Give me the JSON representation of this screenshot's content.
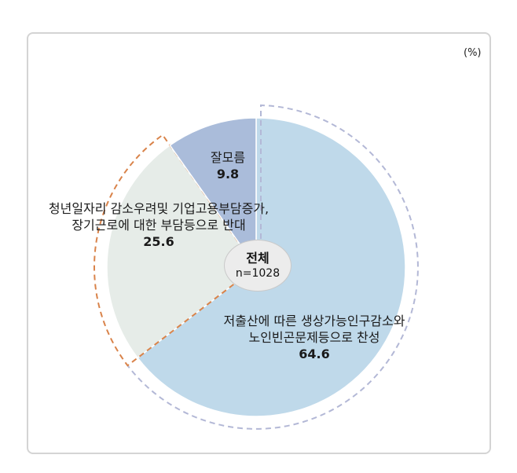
{
  "chart_data": {
    "type": "pie",
    "title": "",
    "unit_label": "(%)",
    "center_label": {
      "title": "전체",
      "n": "n=1028"
    },
    "start": "12 o'clock",
    "direction": "clockwise",
    "slices": [
      {
        "name": "저출산에 따른 생상가능인구감소와 노인빈곤문제등으로 찬성",
        "lines": [
          "저출산에 따른 생상가능인구감소와",
          "노인빈곤문제등으로 찬성"
        ],
        "value": 64.6,
        "value_label": "64.6",
        "color": "#bfd9ea",
        "outline": "dashed",
        "outline_color": "#b3b8d6"
      },
      {
        "name": "청년일자리 감소우려및 기업고용부담증가, 장기근로에 대한 부담등으로 반대",
        "lines": [
          "청년일자리 감소우려및 기업고용부담증가,",
          "장기근로에 대한 부담등으로 반대"
        ],
        "value": 25.6,
        "value_label": "25.6",
        "color": "#e6ece8",
        "outline": "dashed",
        "outline_color": "#d9834a"
      },
      {
        "name": "잘모름",
        "lines": [
          "잘모름"
        ],
        "value": 9.8,
        "value_label": "9.8",
        "color": "#aabcda",
        "outline": "none",
        "outline_color": ""
      }
    ]
  }
}
